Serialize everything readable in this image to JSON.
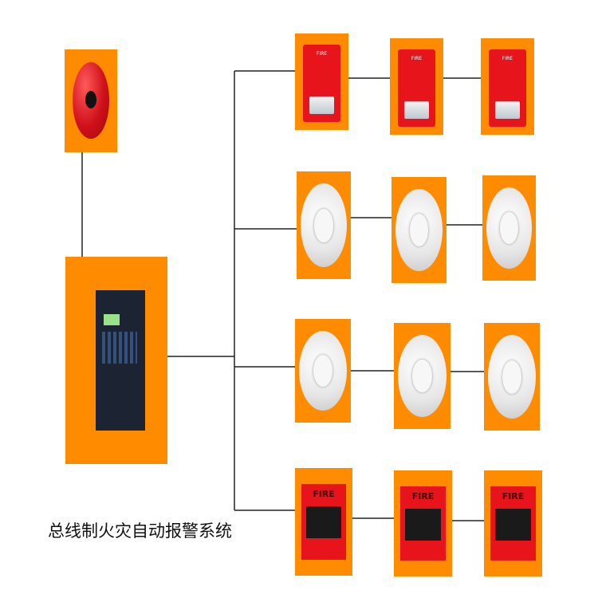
{
  "title": "总线制火灾自动报警系统",
  "devices": {
    "strobe_label": "FIRE",
    "call_point_label": "FIRE"
  },
  "colors": {
    "box": "#ff8c00",
    "device_red": "#e8141c",
    "line": "#000000"
  }
}
